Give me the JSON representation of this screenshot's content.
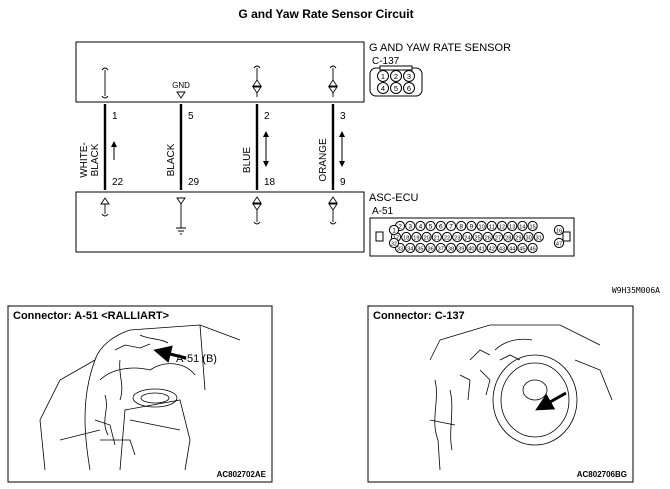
{
  "title": "G and Yaw Rate Sensor Circuit",
  "sensor": {
    "name": "G AND YAW RATE SENSOR",
    "connector": "C-137",
    "pins": [
      "1",
      "2",
      "3",
      "4",
      "5",
      "6"
    ]
  },
  "ecu": {
    "name": "ASC-ECU",
    "connector": "A-51",
    "left_top": "1",
    "left_bottom": "32",
    "right_top": "16",
    "right_bottom": "47",
    "row1": [
      "2",
      "3",
      "4",
      "5",
      "6",
      "7",
      "8",
      "9",
      "10",
      "11",
      "12",
      "13",
      "14",
      "15"
    ],
    "row2": [
      "17",
      "18",
      "19",
      "20",
      "21",
      "22",
      "23",
      "24",
      "25",
      "26",
      "27",
      "28",
      "29",
      "30",
      "31"
    ],
    "row3": [
      "33",
      "34",
      "35",
      "36",
      "37",
      "38",
      "39",
      "40",
      "41",
      "42",
      "43",
      "44",
      "45",
      "46"
    ]
  },
  "gnd_label": "GND",
  "wires": [
    {
      "color": "WHITE-\nBLACK",
      "sensor_pin": "1",
      "ecu_pin": "22"
    },
    {
      "color": "BLACK",
      "sensor_pin": "5",
      "ecu_pin": "29"
    },
    {
      "color": "BLUE",
      "sensor_pin": "2",
      "ecu_pin": "18"
    },
    {
      "color": "ORANGE",
      "sensor_pin": "3",
      "ecu_pin": "9"
    }
  ],
  "diagram_code": "W9H35M006A",
  "panels": [
    {
      "title": "Connector: A-51 <RALLIART>",
      "callout": "A-51 (B)",
      "code": "AC802702AE"
    },
    {
      "title": "Connector: C-137",
      "code": "AC802706BG"
    }
  ]
}
